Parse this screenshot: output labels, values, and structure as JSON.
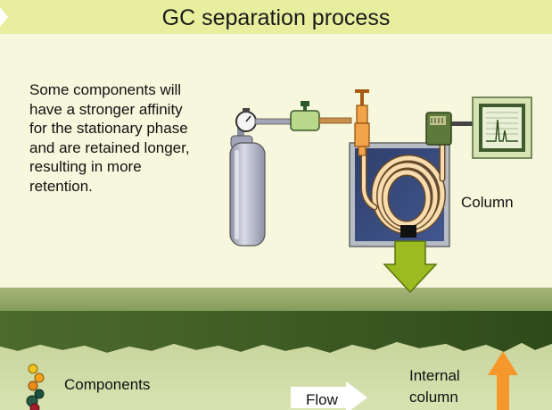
{
  "title": "GC separation process",
  "description": "Some components will have a stronger affinity for the stationary phase and are retained longer, resulting in more retention.",
  "labels": {
    "column": "Column",
    "components": "Components",
    "flow": "Flow",
    "internal_column_line1": "Internal",
    "internal_column_line2": "column"
  },
  "colors": {
    "title_bar": "#e7ee9d",
    "background": "#f6f7dc",
    "flow_arrow": "#ffffff",
    "up_arrow": "#f6972c",
    "down_arrow": "#9cbb21"
  },
  "icons": [
    "gas-cylinder-icon",
    "pressure-gauge-icon",
    "flow-valve-icon",
    "syringe-injector-icon",
    "coiled-column-icon",
    "detector-icon",
    "chromatogram-monitor-icon",
    "molecule-cluster-icon"
  ]
}
